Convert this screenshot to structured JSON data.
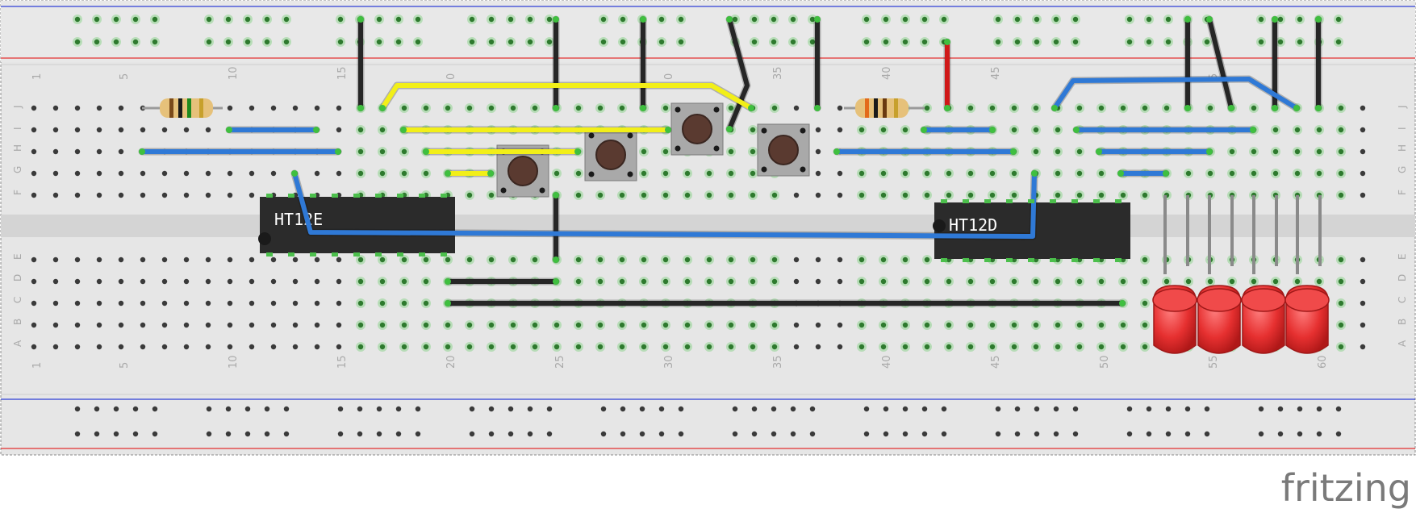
{
  "brand": "fritzing",
  "breadboard": {
    "row_letters_top": [
      "J",
      "I",
      "H",
      "G",
      "F"
    ],
    "row_letters_bottom": [
      "E",
      "D",
      "C",
      "B",
      "A"
    ],
    "column_numbers": [
      "1",
      "5",
      "10",
      "15",
      "20",
      "25",
      "30",
      "35",
      "40",
      "45",
      "50",
      "55",
      "60"
    ],
    "top_column_numbers_visible": [
      "1",
      "5",
      "10",
      "15",
      "0",
      "",
      "0",
      "35",
      "40",
      "45",
      "",
      "5",
      ""
    ]
  },
  "chips": [
    {
      "label": "HT12E"
    },
    {
      "label": "HT12D"
    }
  ],
  "colors": {
    "board": "#e4e4e4",
    "hole": "#3a3a3a",
    "hole_connected": "#4cbf4c",
    "wire_yellow": "#f2ef18",
    "wire_blue": "#2f79d6",
    "wire_black": "#262626",
    "wire_red": "#d01818",
    "led_red": "#e83434",
    "rail_red_line": "#e33030",
    "rail_blue_line": "#2f3fd6"
  },
  "components": {
    "resistors": 2,
    "push_buttons": 4,
    "leds": 4
  }
}
